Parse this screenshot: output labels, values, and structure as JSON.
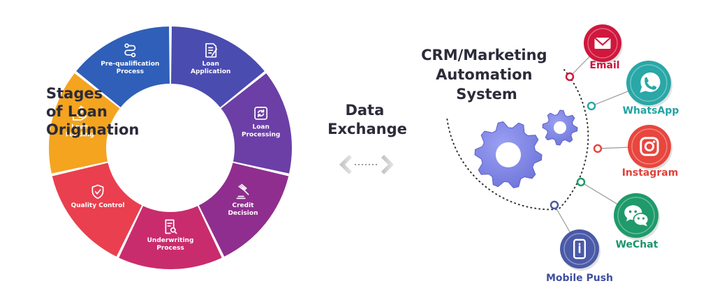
{
  "loan_stages": {
    "title_lines": [
      "Stages",
      "of Loan",
      "Origination"
    ],
    "segments": [
      {
        "label_lines": [
          "Pre-qualification",
          "Process"
        ],
        "icon": "route-icon",
        "color": "#2f5fb8"
      },
      {
        "label_lines": [
          "Loan",
          "Application"
        ],
        "icon": "document-edit-icon",
        "color": "#4a4cb0"
      },
      {
        "label_lines": [
          "Loan",
          "Processing"
        ],
        "icon": "refresh-icon",
        "color": "#6b3fa6"
      },
      {
        "label_lines": [
          "Credit",
          "Decision"
        ],
        "icon": "gavel-icon",
        "color": "#8f2e8e"
      },
      {
        "label_lines": [
          "Underwriting",
          "Process"
        ],
        "icon": "document-search-icon",
        "color": "#c92c6d"
      },
      {
        "label_lines": [
          "Quality Control"
        ],
        "icon": "shield-check-icon",
        "color": "#e93f4f"
      },
      {
        "label_lines": [
          "Loan",
          "Funding"
        ],
        "icon": "hand-dollar-icon",
        "color": "#f4a41f"
      }
    ]
  },
  "exchange": {
    "label_lines": [
      "Data",
      "Exchange"
    ]
  },
  "crm": {
    "title_lines": [
      "CRM/Marketing",
      "Automation",
      "System"
    ],
    "channels": [
      {
        "label": "Email",
        "icon": "email-icon",
        "color": "#d0173d",
        "text_color": "#c8153a"
      },
      {
        "label": "WhatsApp",
        "icon": "whatsapp-icon",
        "color": "#2aa7a7",
        "text_color": "#22a3a5"
      },
      {
        "label": "Instagram",
        "icon": "instagram-icon",
        "color": "#e8463e",
        "text_color": "#e0413a"
      },
      {
        "label": "WeChat",
        "icon": "wechat-icon",
        "color": "#1e9a6b",
        "text_color": "#1c946a"
      },
      {
        "label": "Mobile Push",
        "icon": "mobile-phone-icon",
        "color": "#4a5aa8",
        "text_color": "#3f4f9e"
      }
    ]
  }
}
